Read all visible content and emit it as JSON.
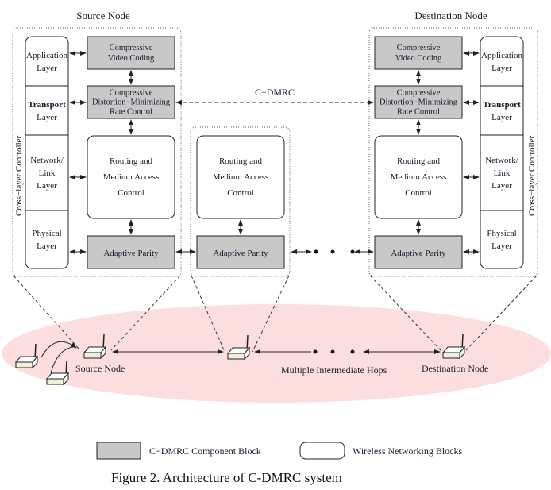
{
  "colors": {
    "component_fill": "#c8c8c8",
    "network_fill": "#ffffff",
    "ellipse_fill": "#fcdede",
    "stroke": "#222222",
    "device_fill": "#eef0dc"
  },
  "source": {
    "title": "Source Node",
    "layers": [
      {
        "lines": [
          "Application",
          "Layer"
        ]
      },
      {
        "lines": [
          "Transport",
          "Layer"
        ],
        "bold_first": true
      },
      {
        "lines": [
          "Network/",
          "Link",
          "Layer"
        ]
      },
      {
        "lines": [
          "Physical",
          "Layer"
        ]
      }
    ],
    "controller_label": "Cross−layer    Controller",
    "blocks": {
      "video": [
        "Compressive",
        "Video Coding"
      ],
      "rate": [
        "Compressive",
        "Distortion−Minimizing",
        "Rate Control"
      ],
      "routing": [
        "Routing and",
        "Medium Access",
        "Control"
      ],
      "parity": [
        "Adaptive Parity"
      ]
    }
  },
  "intermediate": {
    "routing": [
      "Routing and",
      "Medium Access",
      "Control"
    ],
    "parity": [
      "Adaptive Parity"
    ]
  },
  "destination": {
    "title": "Destination Node",
    "layers": [
      {
        "lines": [
          "Application",
          "Layer"
        ]
      },
      {
        "lines": [
          "Transport",
          "Layer"
        ],
        "bold_first": true
      },
      {
        "lines": [
          "Network/",
          "Link",
          "Layer"
        ]
      },
      {
        "lines": [
          "Physical",
          "Layer"
        ]
      }
    ],
    "controller_label": "Cross−layer    Controller",
    "blocks": {
      "video": [
        "Compressive",
        "Video Coding"
      ],
      "rate": [
        "Compressive",
        "Distortion−Minimizing",
        "Rate Control"
      ],
      "routing": [
        "Routing and",
        "Medium Access",
        "Control"
      ],
      "parity": [
        "Adaptive Parity"
      ]
    }
  },
  "link_label": "C−DMRC",
  "network": {
    "source_label": "Source Node",
    "hops_label": "Multiple Intermediate Hops",
    "destination_label": "Destination Node"
  },
  "legend": {
    "component": "C−DMRC Component Block",
    "wireless": "Wireless Networking Blocks"
  },
  "caption": "Figure 2. Architecture of C-DMRC system"
}
